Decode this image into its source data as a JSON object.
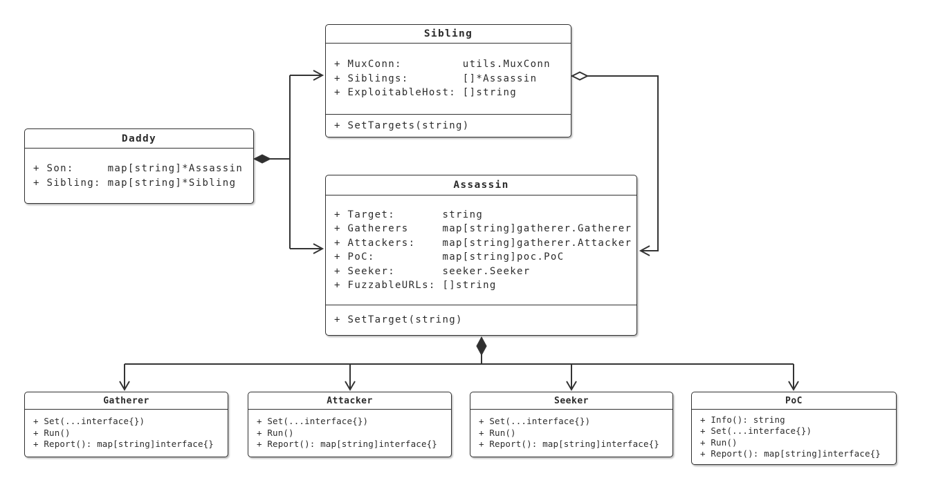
{
  "classes": {
    "sibling": {
      "name": "Sibling",
      "attributes": [
        "+ MuxConn:         utils.MuxConn",
        "+ Siblings:        []*Assassin",
        "+ ExploitableHost: []string"
      ],
      "methods": [
        "+ SetTargets(string)"
      ]
    },
    "daddy": {
      "name": "Daddy",
      "attributes": [
        "+ Son:     map[string]*Assassin",
        "+ Sibling: map[string]*Sibling"
      ],
      "methods": []
    },
    "assassin": {
      "name": "Assassin",
      "attributes": [
        "+ Target:       string",
        "+ Gatherers     map[string]gatherer.Gatherer",
        "+ Attackers:    map[string]gatherer.Attacker",
        "+ PoC:          map[string]poc.PoC",
        "+ Seeker:       seeker.Seeker",
        "+ FuzzableURLs: []string"
      ],
      "methods": [
        "+ SetTarget(string)"
      ]
    },
    "gatherer": {
      "name": "Gatherer",
      "attributes": [],
      "methods": [
        "+ Set(...interface{})",
        "+ Run()",
        "+ Report(): map[string]interface{}"
      ]
    },
    "attacker": {
      "name": "Attacker",
      "attributes": [],
      "methods": [
        "+ Set(...interface{})",
        "+ Run()",
        "+ Report(): map[string]interface{}"
      ]
    },
    "seeker": {
      "name": "Seeker",
      "attributes": [],
      "methods": [
        "+ Set(...interface{})",
        "+ Run()",
        "+ Report(): map[string]interface{}"
      ]
    },
    "poc": {
      "name": "PoC",
      "attributes": [],
      "methods": [
        "+ Info(): string",
        "+ Set(...interface{})",
        "+ Run()",
        "+ Report(): map[string]interface{}"
      ]
    }
  },
  "relationships": [
    {
      "from": "Daddy",
      "to": "Sibling",
      "diamond": "filled",
      "diamond_at": "Daddy",
      "arrow": "open",
      "arrow_at": "Sibling"
    },
    {
      "from": "Daddy",
      "to": "Assassin",
      "diamond": "filled",
      "diamond_at": "Daddy",
      "arrow": "open",
      "arrow_at": "Assassin"
    },
    {
      "from": "Sibling",
      "to": "Assassin",
      "diamond": "hollow",
      "diamond_at": "Sibling",
      "arrow": "open",
      "arrow_at": "Assassin"
    },
    {
      "from": "Assassin",
      "to": "Gatherer",
      "diamond": "filled",
      "diamond_at": "Assassin",
      "arrow": "open",
      "arrow_at": "Gatherer"
    },
    {
      "from": "Assassin",
      "to": "Attacker",
      "diamond": "filled",
      "diamond_at": "Assassin",
      "arrow": "open",
      "arrow_at": "Attacker"
    },
    {
      "from": "Assassin",
      "to": "Seeker",
      "diamond": "filled",
      "diamond_at": "Assassin",
      "arrow": "open",
      "arrow_at": "Seeker"
    },
    {
      "from": "Assassin",
      "to": "PoC",
      "diamond": "filled",
      "diamond_at": "Assassin",
      "arrow": "open",
      "arrow_at": "PoC"
    }
  ],
  "colors": {
    "background": "#ffffff",
    "line": "#333333",
    "text": "#2b2b2b",
    "box_fill": "#ffffff"
  }
}
